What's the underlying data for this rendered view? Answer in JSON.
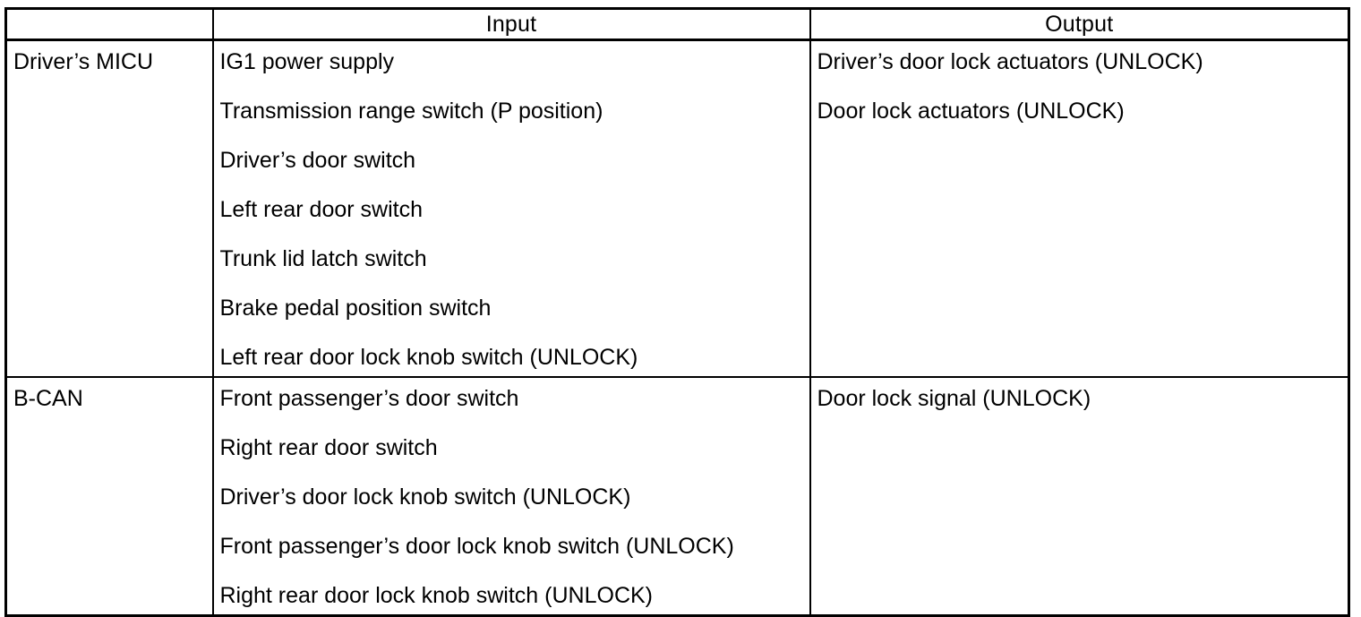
{
  "table": {
    "headers": {
      "unit": "",
      "input": "Input",
      "output": "Output"
    },
    "rows": [
      {
        "unit": "Driver’s MICU",
        "inputs": [
          "IG1 power supply",
          "Transmission range switch (P position)",
          "Driver’s door switch",
          "Left rear door switch",
          "Trunk lid latch switch",
          "Brake pedal position switch",
          "Left rear door lock knob switch (UNLOCK)"
        ],
        "outputs": [
          "Driver’s door lock actuators (UNLOCK)",
          "Door lock actuators (UNLOCK)"
        ]
      },
      {
        "unit": "B-CAN",
        "inputs": [
          "Front passenger’s door switch",
          "Right rear door switch",
          "Driver’s door lock knob switch (UNLOCK)",
          "Front passenger’s door lock knob switch (UNLOCK)",
          "Right rear door lock knob switch (UNLOCK)"
        ],
        "outputs": [
          "Door lock signal (UNLOCK)"
        ]
      }
    ]
  },
  "colors": {
    "border": "#000000",
    "text": "#000000",
    "background": "#ffffff"
  }
}
